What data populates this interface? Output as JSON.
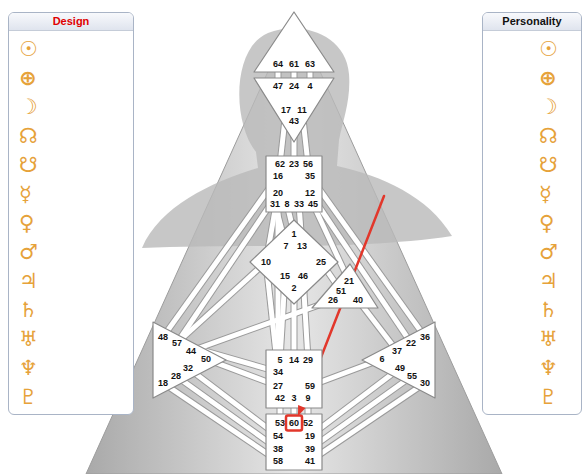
{
  "diagram": {
    "nodes": [
      {
        "text": [
          "Design",
          "☉",
          "⊕",
          "☽",
          "☊",
          "☋",
          "☿",
          "♀",
          "♂",
          "♃",
          "♄",
          "♅",
          "♆",
          "♇"
        ]
      },
      {
        "text": [
          "Personality",
          "☉",
          "⊕",
          "☽",
          "☊",
          "☋",
          "☿",
          "♀",
          "♂",
          "♃",
          "♄",
          "♅",
          "♆",
          "♇"
        ]
      },
      {
        "text": [
          "64",
          "61",
          "63"
        ]
      },
      {
        "text": [
          "47",
          "24",
          "4",
          "17",
          "11",
          "43"
        ]
      },
      {
        "text": [
          "62",
          "23",
          "56",
          "16",
          "35",
          "20",
          "12",
          "31",
          "8",
          "33",
          "45"
        ]
      },
      {
        "text": [
          "1",
          "7",
          "13",
          "10",
          "25",
          "15",
          "46",
          "2"
        ]
      },
      {
        "text": [
          "21",
          "51",
          "26",
          "40"
        ]
      },
      {
        "text": [
          "48",
          "57",
          "44",
          "50",
          "32",
          "28",
          "18"
        ]
      },
      {
        "text": [
          "36",
          "22",
          "37",
          "6",
          "49",
          "55",
          "30"
        ]
      },
      {
        "text": [
          "5",
          "14",
          "29",
          "34",
          "27",
          "59",
          "42",
          "3",
          "9"
        ]
      },
      {
        "text": [
          "53",
          "60",
          "52",
          "54",
          "19",
          "38",
          "39",
          "58",
          "41"
        ]
      }
    ],
    "edges": [
      {
        "from": 2,
        "to": 3,
        "arrow": "none"
      },
      {
        "from": 2,
        "to": 3,
        "arrow": "none"
      },
      {
        "from": 2,
        "to": 3,
        "arrow": "none"
      },
      {
        "from": 3,
        "to": 4,
        "arrow": "none"
      },
      {
        "from": 3,
        "to": 4,
        "arrow": "none"
      },
      {
        "from": 3,
        "to": 4,
        "arrow": "none"
      },
      {
        "from": 4,
        "to": 7,
        "arrow": "none"
      },
      {
        "from": 4,
        "to": 7,
        "arrow": "none"
      },
      {
        "from": 4,
        "to": 5,
        "arrow": "none"
      },
      {
        "from": 4,
        "to": 9,
        "arrow": "none"
      },
      {
        "from": 4,
        "to": 5,
        "arrow": "none"
      },
      {
        "from": 4,
        "to": 5,
        "arrow": "none"
      },
      {
        "from": 4,
        "to": 5,
        "arrow": "none"
      },
      {
        "from": 4,
        "to": 6,
        "arrow": "none"
      },
      {
        "from": 4,
        "to": 8,
        "arrow": "none"
      },
      {
        "from": 4,
        "to": 8,
        "arrow": "none"
      },
      {
        "from": 5,
        "to": 7,
        "arrow": "none"
      },
      {
        "from": 5,
        "to": 9,
        "arrow": "none"
      },
      {
        "from": 5,
        "to": 6,
        "arrow": "none"
      },
      {
        "from": 5,
        "to": 9,
        "arrow": "none"
      },
      {
        "from": 5,
        "to": 9,
        "arrow": "none"
      },
      {
        "from": 5,
        "to": 9,
        "arrow": "none"
      },
      {
        "from": 6,
        "to": 7,
        "arrow": "none"
      },
      {
        "from": 6,
        "to": 8,
        "arrow": "none"
      },
      {
        "from": 7,
        "to": 9,
        "arrow": "none"
      },
      {
        "from": 7,
        "to": 9,
        "arrow": "none"
      },
      {
        "from": 8,
        "to": 9,
        "arrow": "none"
      },
      {
        "from": 9,
        "to": 10,
        "arrow": "none"
      },
      {
        "from": 9,
        "to": 10,
        "arrow": "none"
      },
      {
        "from": 9,
        "to": 10,
        "arrow": "none"
      },
      {
        "from": 7,
        "to": 10,
        "arrow": "none"
      },
      {
        "from": 7,
        "to": 10,
        "arrow": "none"
      },
      {
        "from": 7,
        "to": 10,
        "arrow": "none"
      },
      {
        "from": 8,
        "to": 10,
        "arrow": "none"
      },
      {
        "from": 8,
        "to": 10,
        "arrow": "none"
      },
      {
        "from": 8,
        "to": 10,
        "arrow": "none"
      }
    ]
  }
}
